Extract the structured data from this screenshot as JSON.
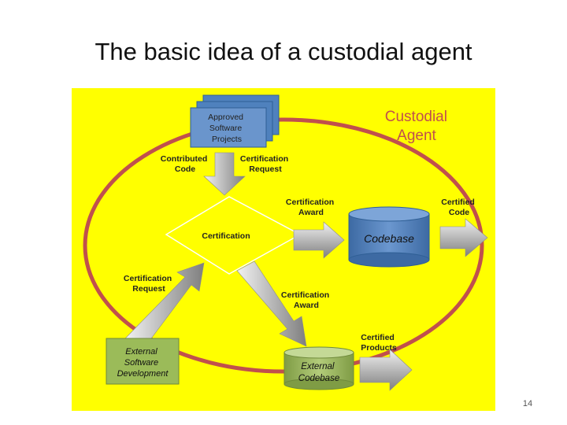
{
  "slide": {
    "title": "The basic idea of a custodial agent",
    "page_number": "14"
  },
  "diagram": {
    "agent_label": [
      "Custodial",
      "Agent"
    ],
    "approved_projects": [
      "Approved",
      "Software",
      "Projects"
    ],
    "contributed_code": [
      "Contributed",
      "Code"
    ],
    "certification_request_top": [
      "Certification",
      "Request"
    ],
    "certification_award_top": [
      "Certification",
      "Award"
    ],
    "certification": "Certification",
    "codebase": "Codebase",
    "certified_code": [
      "Certified",
      "Code"
    ],
    "certification_request_left": [
      "Certification",
      "Request"
    ],
    "certification_award_mid": [
      "Certification",
      "Award"
    ],
    "certified_products": [
      "Certified",
      "Products"
    ],
    "external_development": [
      "External",
      "Software",
      "Development"
    ],
    "external_codebase": [
      "External",
      "Codebase"
    ]
  },
  "colors": {
    "background": "#ffff00",
    "ring": "#c0504d",
    "agent_text": "#c0504d",
    "projects_box": "#4f81bd",
    "codebase_cylinder": "#4f81bd",
    "external_box": "#9bbb59",
    "arrow": "#a6a6a6"
  }
}
